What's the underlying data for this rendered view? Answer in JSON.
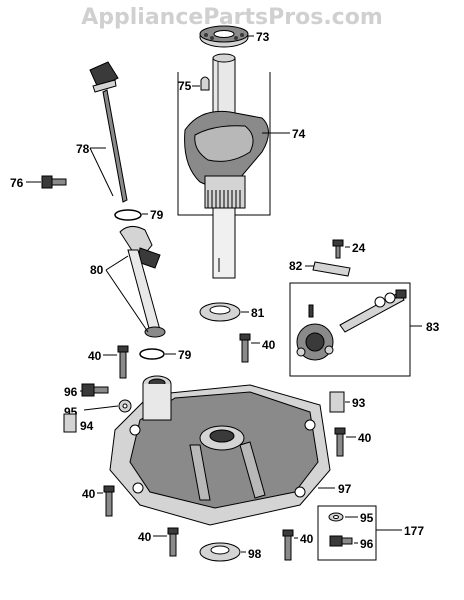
{
  "watermark": "AppliancePartsPros.com",
  "callouts": {
    "c73": "73",
    "c75": "75",
    "c74": "74",
    "c78": "78",
    "c76": "76",
    "c79a": "79",
    "c24": "24",
    "c82": "82",
    "c80": "80",
    "c81": "81",
    "c83": "83",
    "c40a": "40",
    "c79b": "79",
    "c40b": "40",
    "c96a": "96",
    "c93": "93",
    "c95a": "95",
    "c94": "94",
    "c40c": "40",
    "c97": "97",
    "c40d": "40",
    "c95b": "95",
    "c177": "177",
    "c96b": "96",
    "c40e": "40",
    "c98": "98",
    "c40f": "40"
  },
  "colors": {
    "line": "#000000",
    "fill_dark": "#3a3a3a",
    "fill_mid": "#8a8a8a",
    "fill_light": "#d4d4d4",
    "watermark": "#d0d0d0"
  }
}
